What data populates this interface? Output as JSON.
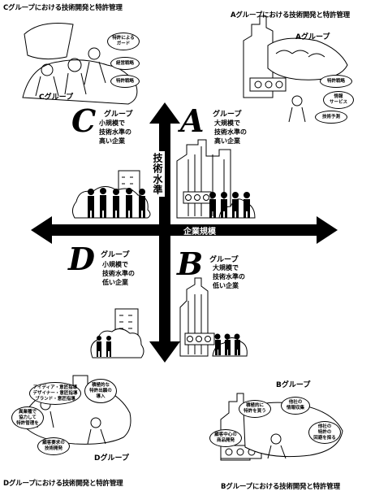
{
  "corner_titles": {
    "c": "Cグループにおける技術開発と特許管理",
    "a": "Aグループにおける技術開発と特許管理",
    "d": "Dグループにおける技術開発と特許管理",
    "b": "Bグループにおける技術開発と特許管理"
  },
  "axes": {
    "vertical": "技術水準",
    "horizontal": "企業規模"
  },
  "quadrants": {
    "c": {
      "letter": "C",
      "name": "グループ",
      "desc": "小規模で\n技術水準の\n高い企業"
    },
    "a": {
      "letter": "A",
      "name": "グループ",
      "desc": "大規模で\n技術水準の\n高い企業"
    },
    "d": {
      "letter": "D",
      "name": "グループ",
      "desc": "小規模で\n技術水準の\n低い企業"
    },
    "b": {
      "letter": "B",
      "name": "グループ",
      "desc": "大規模で\n技術水準の\n低い企業"
    }
  },
  "scene_labels": {
    "c": "Cグループ",
    "a": "Aグループ",
    "d": "Dグループ",
    "b": "Bグループ"
  },
  "bubbles": {
    "c": [
      "特許による\nガード",
      "経営戦略",
      "特許戦略"
    ],
    "a": [
      "特許戦略",
      "情報\nサービス",
      "技術予測"
    ],
    "d": [
      "アイディア・意匠指導\nデザイナー・意匠指導\nブランド・意匠指導",
      "積極的な\n特許出願の\n導入",
      "異業種で\n協力して\n特許管理を",
      "顧客要求の\n技術開発"
    ],
    "b": [
      "積極的に\n特許を買う",
      "他社の\n情報収集",
      "他社の\n特許の\n回避を探る",
      "顧客中心の\n商品開発"
    ]
  }
}
